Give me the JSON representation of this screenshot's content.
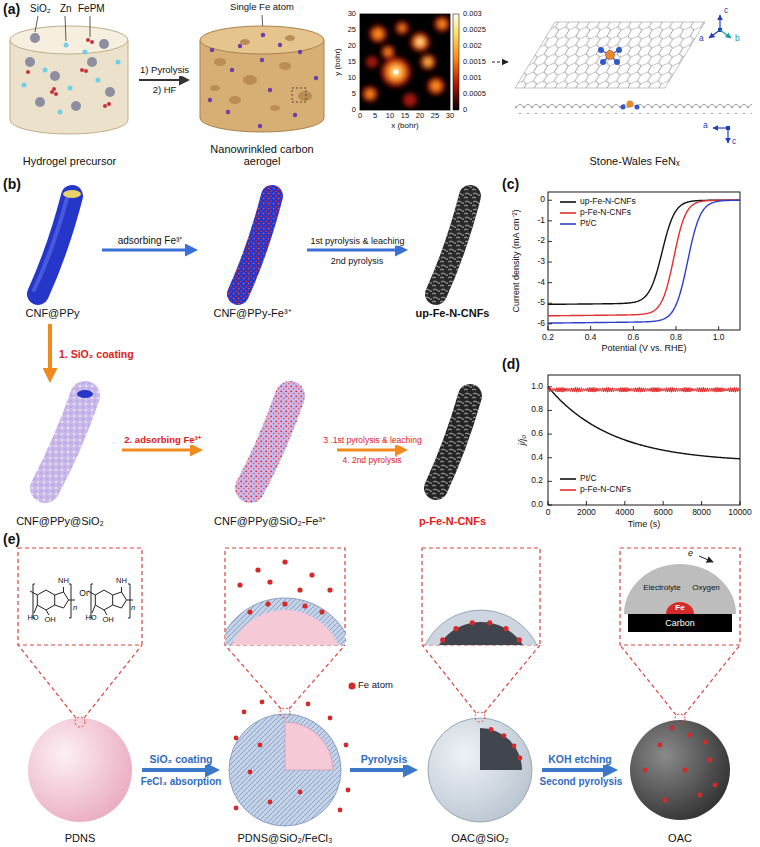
{
  "diagram": {
    "nodes": [
      {
        "text": [
          "Hydrogel precursor"
        ]
      },
      {
        "text": [
          "Nanowrinkled carbon aerogel"
        ]
      },
      {
        "text": [
          "Stone-Wales FeNₓ"
        ]
      },
      {
        "text": [
          "CNF@PPy"
        ]
      },
      {
        "text": [
          "CNF@PPy-Fe³⁺"
        ]
      },
      {
        "text": [
          "up-Fe-N-CNFs"
        ]
      },
      {
        "text": [
          "CNF@PPy@SiO₂"
        ]
      },
      {
        "text": [
          "CNF@PPy@SiO₂-Fe³⁺"
        ]
      },
      {
        "text": [
          "p-Fe-N-CNFs"
        ]
      },
      {
        "text": [
          "PDNS"
        ]
      },
      {
        "text": [
          "PDNS@SiO₂/FeCl₃"
        ]
      },
      {
        "text": [
          "OAC@SiO₂"
        ]
      },
      {
        "text": [
          "OAC"
        ]
      },
      {
        "text": [
          "Carbon"
        ]
      }
    ],
    "edges": [
      {
        "from": 0,
        "to": 1,
        "arrow": "to",
        "label": "1) Pyrolysis"
      },
      {
        "from": 3,
        "to": 4,
        "arrow": "to",
        "label": "adsorbing Fe³⁺"
      },
      {
        "from": 4,
        "to": 5,
        "arrow": "to",
        "label": "1st pyrolysis & leaching"
      },
      {
        "from": 3,
        "to": 6,
        "arrow": "to",
        "label": "1. SiO₂ coating"
      },
      {
        "from": 6,
        "to": 7,
        "arrow": "to",
        "label": "2. adsorbing Fe³⁺"
      },
      {
        "from": 7,
        "to": 8,
        "arrow": "to",
        "label": "3 .1st pyrolysis & leaching"
      },
      {
        "from": 9,
        "to": 10,
        "arrow": "to",
        "label": "SiO₂ coating"
      },
      {
        "from": 10,
        "to": 11,
        "arrow": "to",
        "label": "Pyrolysis"
      },
      {
        "from": 11,
        "to": 12,
        "arrow": "to",
        "label": "KOH etching"
      }
    ],
    "labels": [
      "(a)",
      "SiO₂",
      "Zn",
      "FePM",
      "Single Fe atom",
      "2) HF",
      "30",
      "25",
      "20",
      "15",
      "10",
      "5",
      "0",
      "0",
      "5",
      "10",
      "15",
      "20",
      "25",
      "30",
      "x (bohr)",
      "y (bohr)",
      "0.003",
      "0.0025",
      "0.002",
      "0.0015",
      "0.001",
      "0.0005",
      "0",
      "c",
      "a",
      "b",
      "a",
      "c",
      "(b)",
      "2nd pyrolysis",
      "4. 2nd pyrolysis",
      "(c)",
      "Current density (mA cm⁻²)",
      "0",
      "-1",
      "-2",
      "-3",
      "-4",
      "-5",
      "-6",
      "0.2",
      "0.4",
      "0.6",
      "0.8",
      "1.0",
      "Potential (V vs. RHE)",
      "(d)",
      "j/j₀",
      "0.0",
      "0.2",
      "0.4",
      "0.6",
      "0.8",
      "1.0",
      "0",
      "2000",
      "4000",
      "6000",
      "8000",
      "10000",
      "Time (s)",
      "(e)",
      "NH",
      "n",
      "HO",
      "OH",
      "Or",
      "NH",
      "n",
      "HO",
      "OH",
      "FeCl₃ absorption",
      "Second pyrolysis",
      "Fe atom",
      "e",
      "Electrolyte",
      "Oxygen",
      "Fe"
    ],
    "legend": [
      {
        "text": "up-Fe-N-CNFs"
      },
      {
        "text": "p-Fe-N-CNFs"
      },
      {
        "text": "Pt/C"
      },
      {
        "text": "Pt/C"
      },
      {
        "text": "p-Fe-N-CNFs"
      }
    ]
  }
}
